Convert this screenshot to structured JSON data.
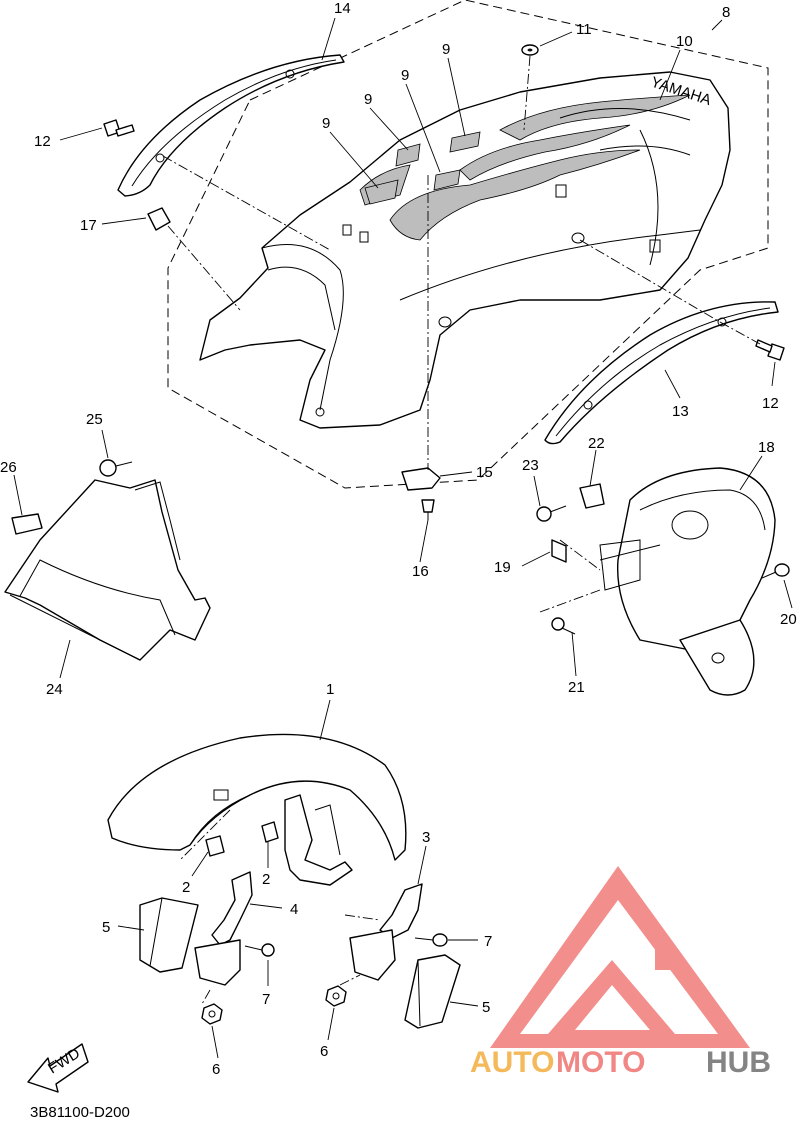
{
  "diagram": {
    "code": "3B81100-D200",
    "callouts": {
      "c1": "1",
      "c2a": "2",
      "c2b": "2",
      "c3": "3",
      "c4": "4",
      "c5a": "5",
      "c5b": "5",
      "c6a": "6",
      "c6b": "6",
      "c7a": "7",
      "c7b": "7",
      "c8": "8",
      "c9a": "9",
      "c9b": "9",
      "c9c": "9",
      "c9d": "9",
      "c10": "10",
      "c11": "11",
      "c12a": "12",
      "c12b": "12",
      "c13": "13",
      "c14": "14",
      "c15": "15",
      "c16": "16",
      "c17": "17",
      "c18": "18",
      "c19": "19",
      "c20": "20",
      "c21": "21",
      "c22": "22",
      "c23": "23",
      "c24": "24",
      "c25": "25",
      "c26": "26"
    },
    "fwd_label": "FWD",
    "fender_brand_text": "YAMAHA"
  },
  "watermark": {
    "text_auto": "AUTO",
    "text_moto": "MOTO",
    "text_hub": "HUB",
    "colors": {
      "logo_red": "#f07b78",
      "auto": "#f2b24a",
      "moto": "#f07b78",
      "hub": "#777777"
    }
  }
}
